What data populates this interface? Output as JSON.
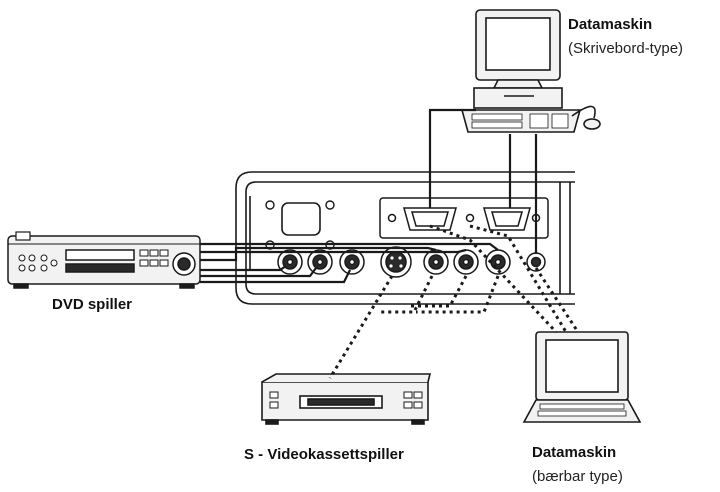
{
  "labels": {
    "desktop_title": "Datamaskin",
    "desktop_sub": "(Skrivebord-type)",
    "dvd": "DVD spiller",
    "vcr": "S - Videokassettspiller",
    "laptop_title": "Datamaskin",
    "laptop_sub": "(bærbar type)"
  },
  "colors": {
    "ink": "#1a1a1a",
    "panel_fill": "#f2f2f2",
    "dark_fill": "#2a2a2a"
  }
}
